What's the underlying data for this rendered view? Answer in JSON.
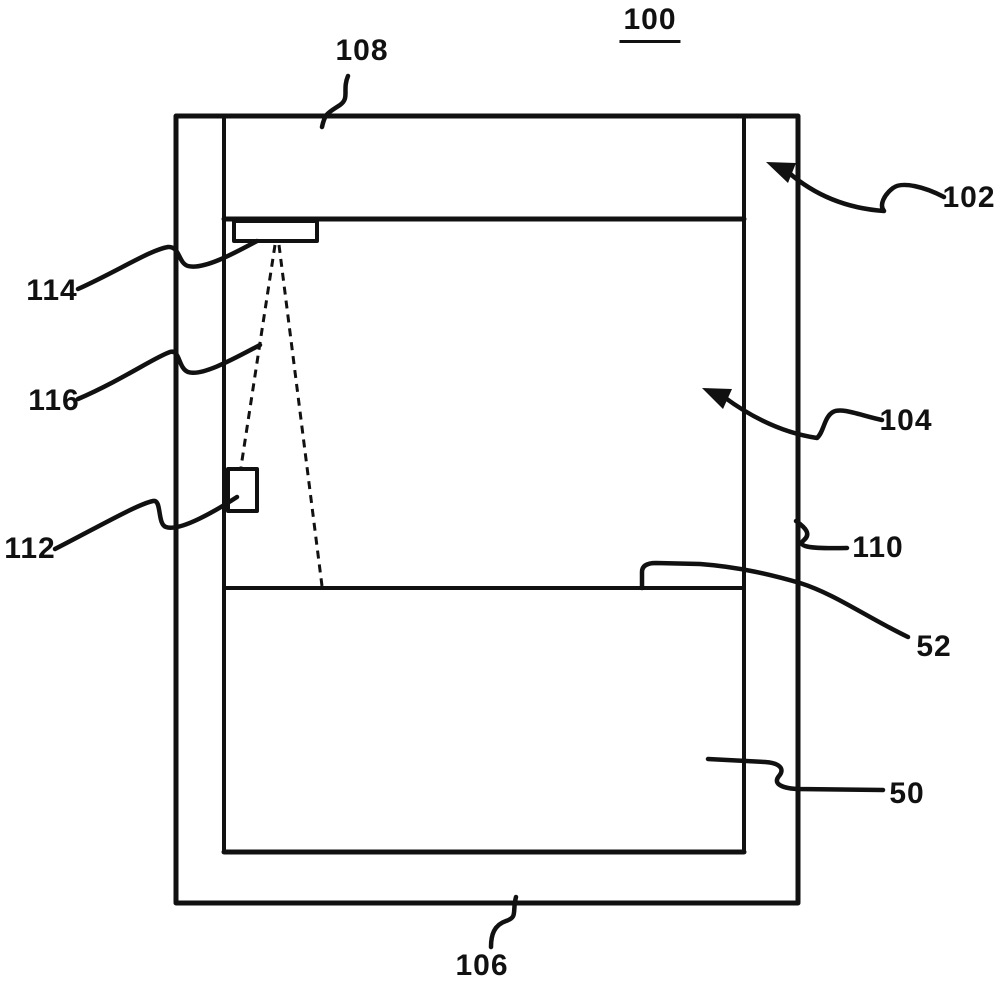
{
  "diagram": {
    "figure_number": "100",
    "ink_color": "#111111",
    "background_color": "#ffffff",
    "refs": {
      "r108": "108",
      "r102": "102",
      "r114": "114",
      "r116": "116",
      "r104": "104",
      "r112": "112",
      "r110": "110",
      "r52": "52",
      "r50": "50",
      "r106": "106"
    }
  }
}
